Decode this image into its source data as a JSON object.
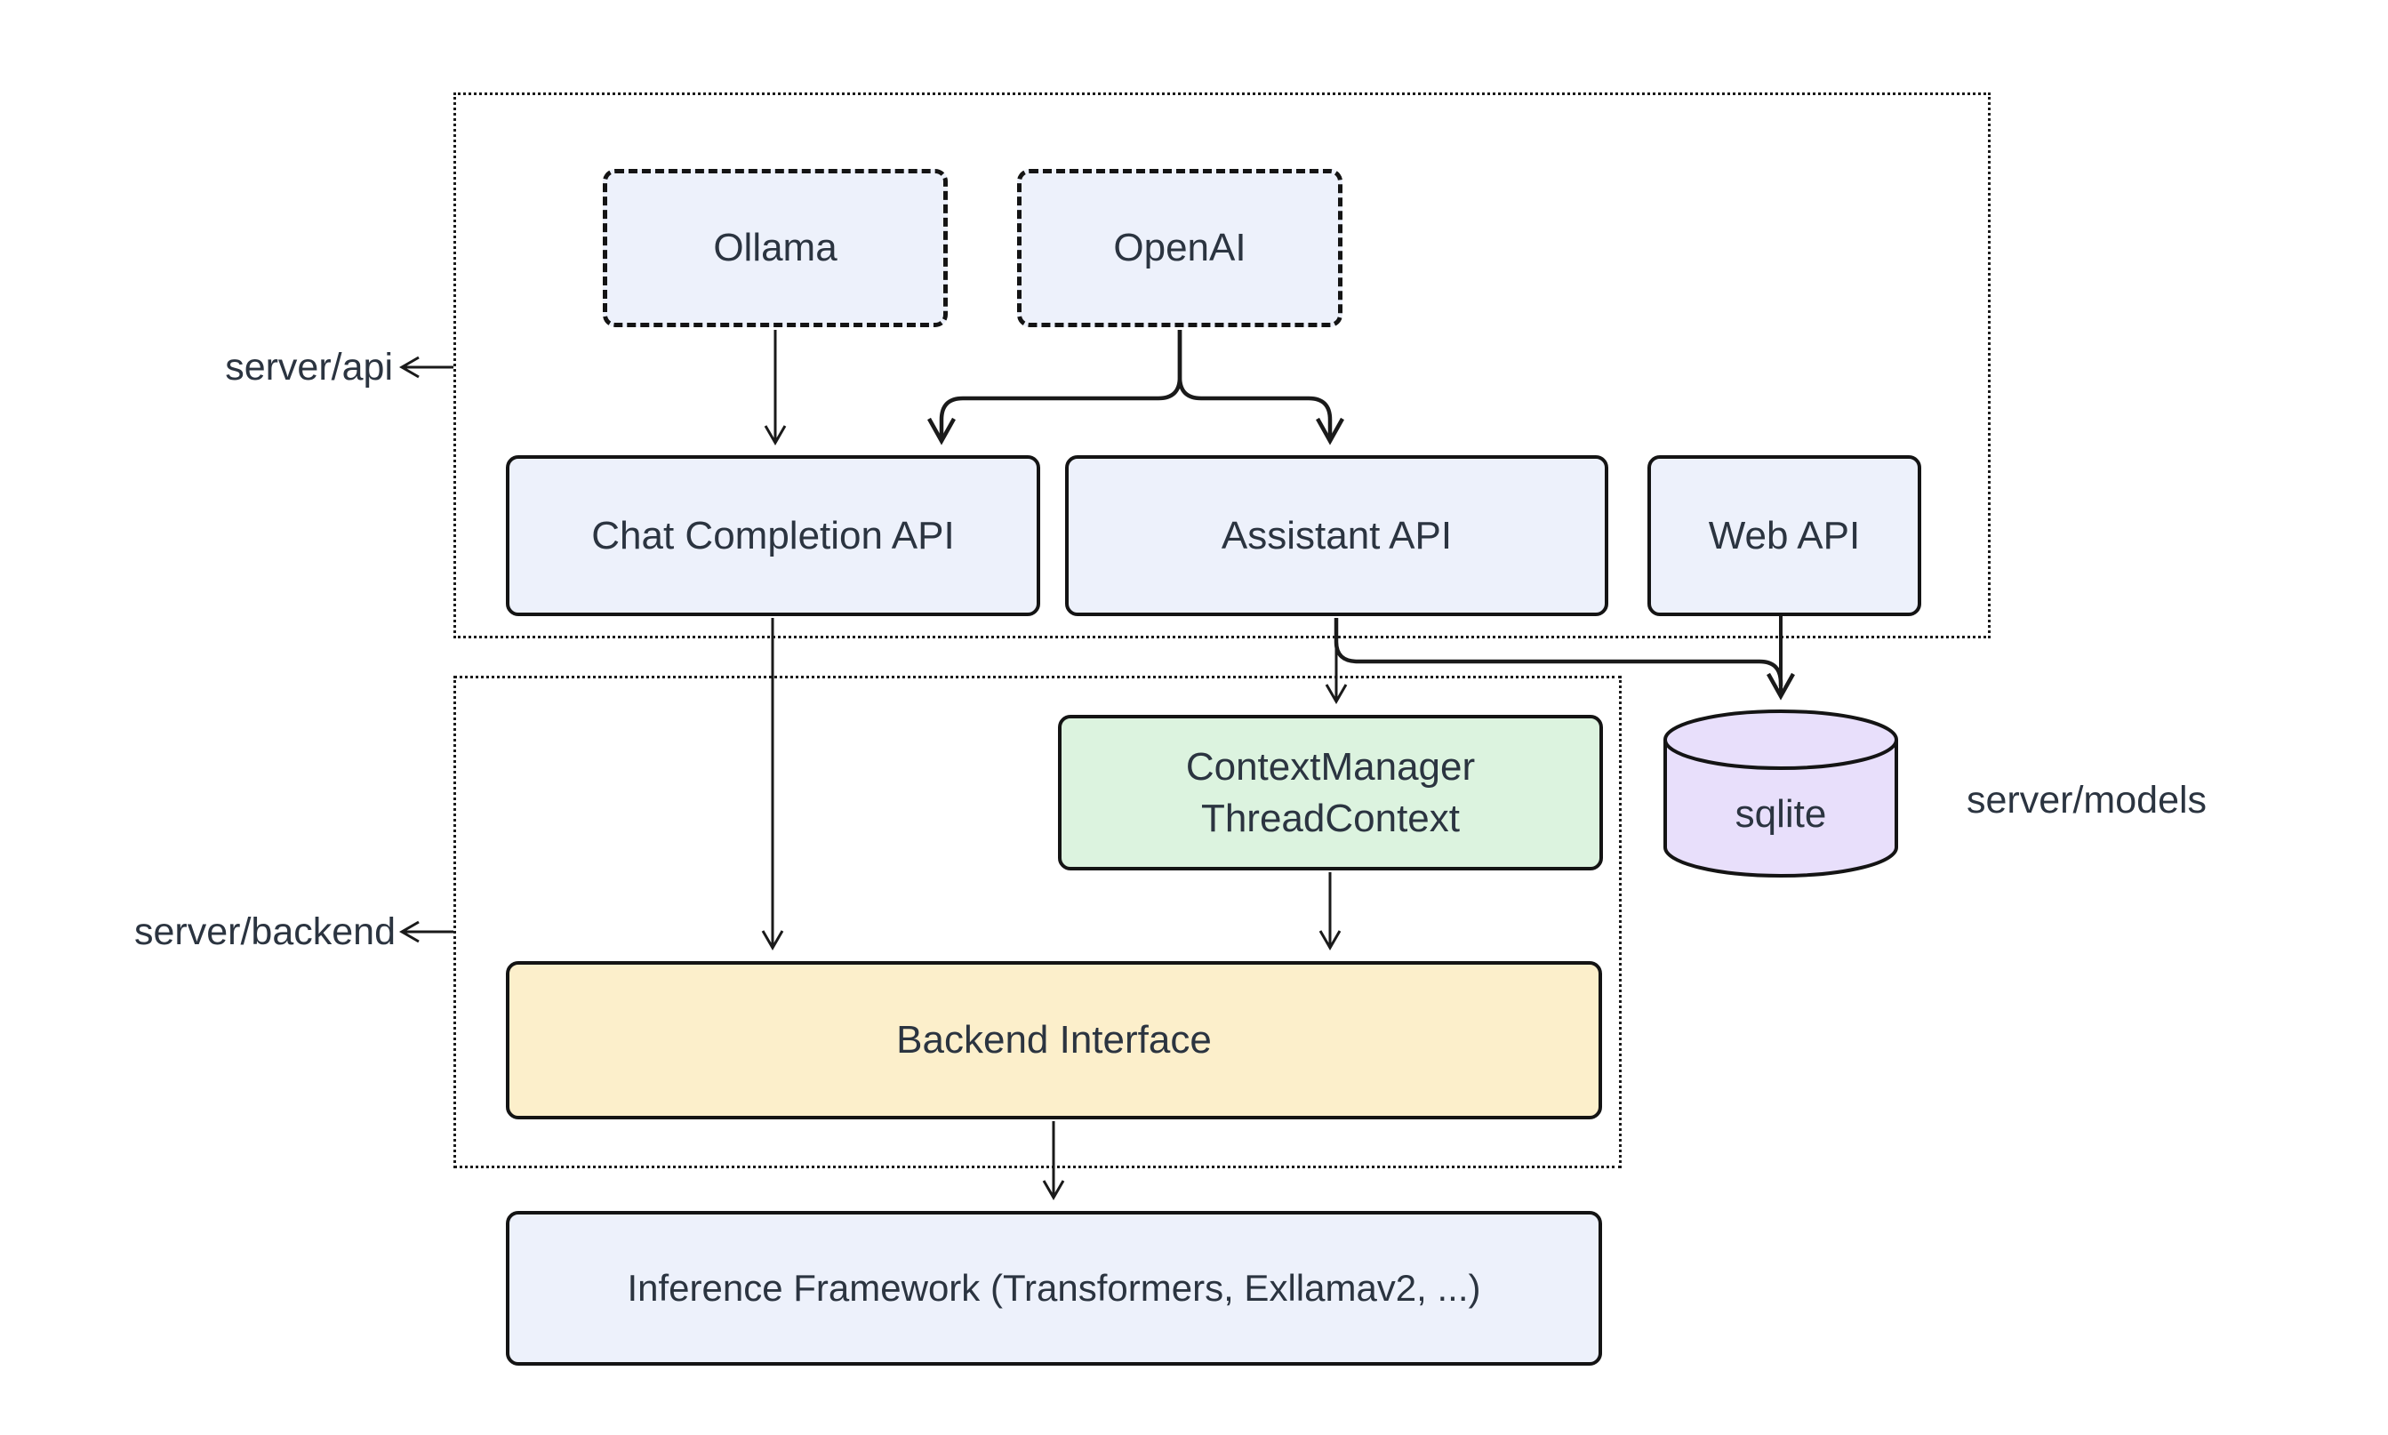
{
  "diagram": {
    "background": "#ffffff",
    "colors": {
      "box-blue": "#edf1fb",
      "box-green": "#dcf3df",
      "box-yellow": "#fcefcb",
      "db-purple": "#e8dffb",
      "border": "#141414",
      "line": "#1a1a1a",
      "text": "#2b3440"
    },
    "groups": {
      "server_api": {
        "label": "server/api"
      },
      "server_backend": {
        "label": "server/backend"
      }
    },
    "annotations": {
      "server_models": {
        "label": "server/models"
      }
    },
    "nodes": {
      "ollama": {
        "label": "Ollama",
        "shape": "dashed-rect"
      },
      "openai": {
        "label": "OpenAI",
        "shape": "dashed-rect"
      },
      "chat_completion_api": {
        "label": "Chat Completion API",
        "shape": "rect"
      },
      "assistant_api": {
        "label": "Assistant API",
        "shape": "rect"
      },
      "web_api": {
        "label": "Web API",
        "shape": "rect"
      },
      "context_manager": {
        "line1": "ContextManager",
        "line2": "ThreadContext",
        "shape": "rect"
      },
      "backend_interface": {
        "label": "Backend Interface",
        "shape": "rect"
      },
      "inference_framework": {
        "label": "Inference Framework (Transformers, Exllamav2, ...)",
        "shape": "rect"
      },
      "sqlite": {
        "label": "sqlite",
        "shape": "cylinder"
      }
    },
    "edges": [
      {
        "from": "Ollama",
        "to": "Chat Completion API"
      },
      {
        "from": "OpenAI",
        "to": "Chat Completion API"
      },
      {
        "from": "OpenAI",
        "to": "Assistant API"
      },
      {
        "from": "Chat Completion API",
        "to": "Backend Interface"
      },
      {
        "from": "Assistant API",
        "to": "ContextManager ThreadContext"
      },
      {
        "from": "Assistant API",
        "to": "sqlite"
      },
      {
        "from": "Web API",
        "to": "sqlite"
      },
      {
        "from": "ContextManager ThreadContext",
        "to": "Backend Interface"
      },
      {
        "from": "Backend Interface",
        "to": "Inference Framework (Transformers, Exllamav2, ...)"
      }
    ]
  }
}
